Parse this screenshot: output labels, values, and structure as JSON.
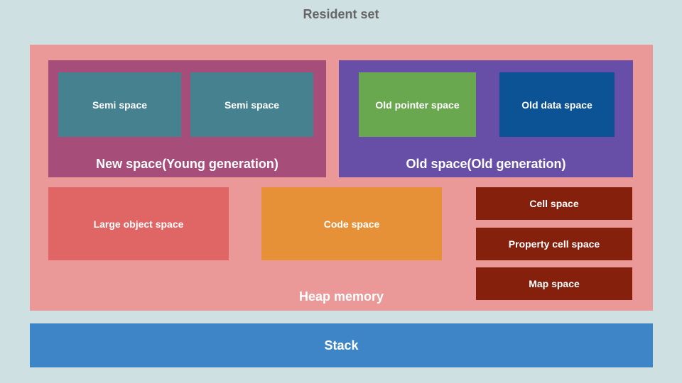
{
  "title": "Resident set",
  "heap": {
    "label": "Heap memory",
    "new_space": {
      "label": "New space(Young generation)",
      "semi_spaces": [
        "Semi space",
        "Semi space"
      ]
    },
    "old_space": {
      "label": "Old space(Old generation)",
      "pointer_space": "Old pointer space",
      "data_space": "Old data space"
    },
    "large_object_space": "Large object space",
    "code_space": "Code space",
    "cell_space": "Cell space",
    "property_cell_space": "Property cell space",
    "map_space": "Map space"
  },
  "stack": "Stack",
  "colors": {
    "background": "#cfe0e3",
    "heap": "#eb9898",
    "new_space": "#a64d79",
    "semi_space": "#45818e",
    "old_space": "#674ea7",
    "old_pointer_space": "#6aa84f",
    "old_data_space": "#0b5394",
    "large_object_space": "#e06666",
    "code_space": "#e69138",
    "cell_spaces": "#85200c",
    "stack": "#3d85c6"
  }
}
